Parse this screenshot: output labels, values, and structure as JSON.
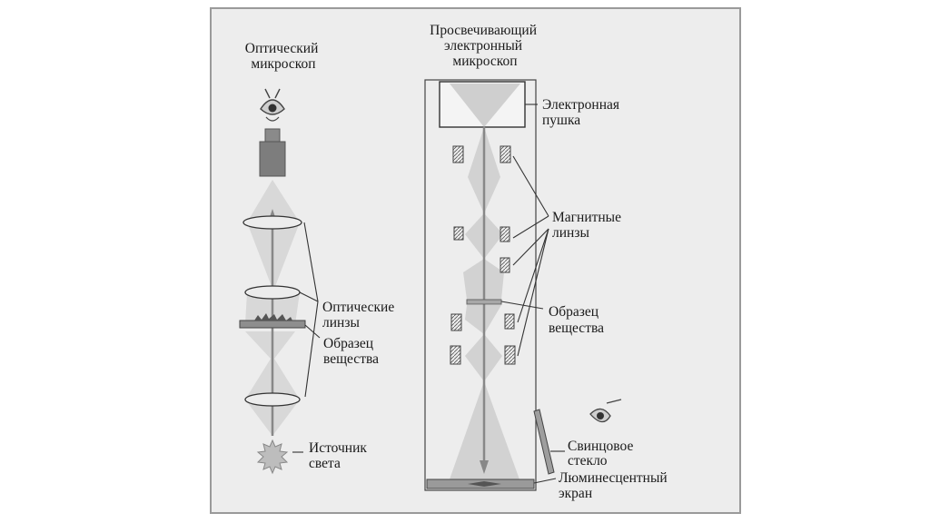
{
  "optical": {
    "title_line1": "Оптический",
    "title_line2": "микроскоп",
    "lenses_line1": "Оптические",
    "lenses_line2": "линзы",
    "sample_line1": "Образец",
    "sample_line2": "вещества",
    "source_line1": "Источник",
    "source_line2": "света"
  },
  "electron": {
    "title_line1": "Просвечивающий",
    "title_line2": "электронный",
    "title_line3": "микроскоп",
    "gun_line1": "Электронная",
    "gun_line2": "пушка",
    "lenses_line1": "Магнитные",
    "lenses_line2": "линзы",
    "sample_line1": "Образец",
    "sample_line2": "вещества",
    "glass_line1": "Свинцовое",
    "glass_line2": "стекло",
    "screen_line1": "Люминесцентный",
    "screen_line2": "экран"
  }
}
